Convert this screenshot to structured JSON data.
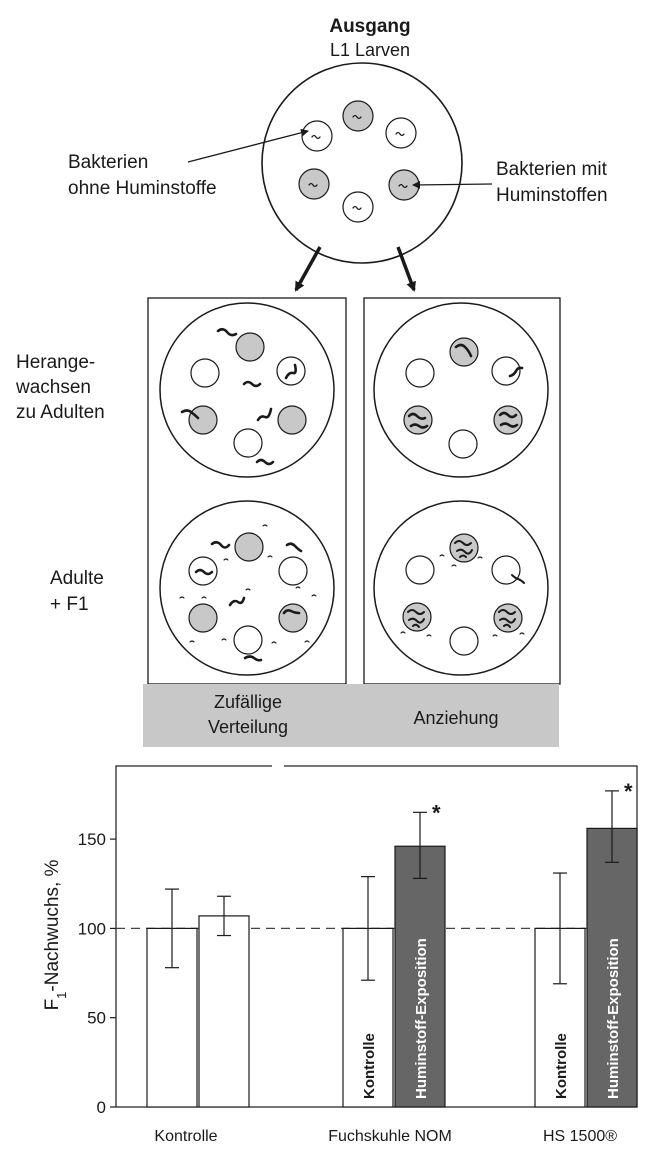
{
  "diagram": {
    "start_title": "Ausgang",
    "start_subtitle": "L1 Larven",
    "label_bacteria_without": [
      "Bakterien",
      "ohne Huminstoffe"
    ],
    "label_bacteria_with": [
      "Bakterien mit",
      "Huminstoffen"
    ],
    "row_label_grown": [
      "Herange-",
      "wachsen",
      "zu Adulten"
    ],
    "row_label_adults": [
      "Adulte",
      "+ F1"
    ],
    "outcome_random": [
      "Zufällige",
      "Verteilung"
    ],
    "outcome_attraction": "Anziehung",
    "colors": {
      "bacteria_with": "#c8c8c8",
      "bacteria_without": "#ffffff",
      "outcome_bar": "#c8c8c8",
      "worm": "#1a1a1a"
    }
  },
  "chart_data": {
    "type": "bar",
    "ylabel_main": "F",
    "ylabel_sub": "1",
    "ylabel_rest": "-Nachwuchs, %",
    "ylim": [
      0,
      190
    ],
    "yticks": [
      0,
      50,
      100,
      150
    ],
    "reference_line": 100,
    "groups": [
      "Kontrolle",
      "Fuchskuhle NOM",
      "HS 1500®"
    ],
    "bars": [
      {
        "group": 0,
        "value": 100,
        "err_low": 78,
        "err_high": 122,
        "fill": "#ffffff",
        "label": "",
        "star": ""
      },
      {
        "group": 0,
        "value": 107,
        "err_low": 96,
        "err_high": 118,
        "fill": "#ffffff",
        "label": "",
        "star": ""
      },
      {
        "group": 1,
        "value": 100,
        "err_low": 71,
        "err_high": 129,
        "fill": "#ffffff",
        "label": "Kontrolle",
        "star": ""
      },
      {
        "group": 1,
        "value": 146,
        "err_low": 128,
        "err_high": 165,
        "fill": "#666666",
        "label": "Huminstoff-Exposition",
        "star": "*"
      },
      {
        "group": 2,
        "value": 100,
        "err_low": 69,
        "err_high": 131,
        "fill": "#ffffff",
        "label": "Kontrolle",
        "star": ""
      },
      {
        "group": 2,
        "value": 156,
        "err_low": 137,
        "err_high": 177,
        "fill": "#666666",
        "label": "Huminstoff-Exposition",
        "star": "*"
      }
    ]
  }
}
